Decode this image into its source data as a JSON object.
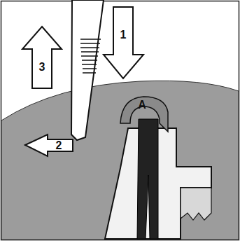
{
  "diagram": {
    "labels": [
      "1",
      "3",
      "A",
      "2"
    ]
  }
}
